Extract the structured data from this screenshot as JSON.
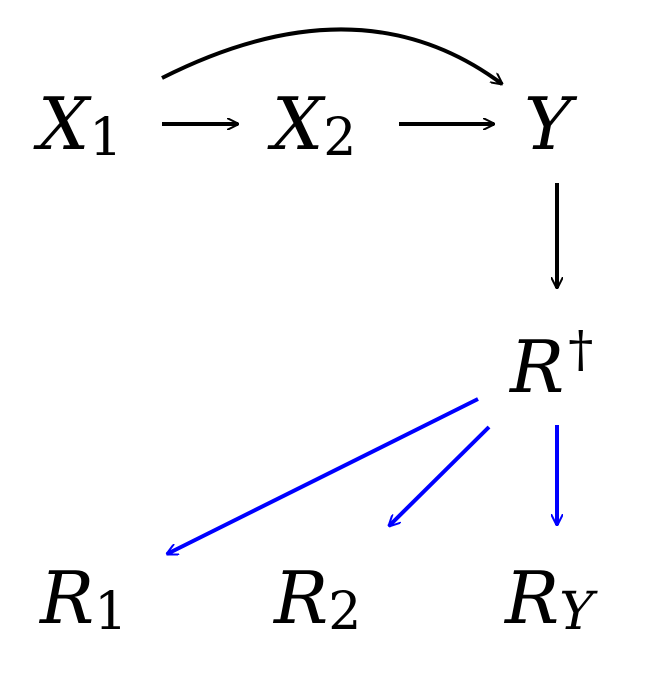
{
  "nodes": {
    "x1": {
      "base": "X",
      "sub": "1"
    },
    "x2": {
      "base": "X",
      "sub": "2"
    },
    "y": {
      "base": "Y"
    },
    "r_dagger": {
      "base": "R",
      "sup": "†"
    },
    "r1": {
      "base": "R",
      "sub": "1"
    },
    "r2": {
      "base": "R",
      "sub": "2"
    },
    "ry": {
      "base": "R",
      "sub": "Y"
    }
  },
  "edges": [
    {
      "from": "X1",
      "to": "X2",
      "color": "#000000"
    },
    {
      "from": "X2",
      "to": "Y",
      "color": "#000000"
    },
    {
      "from": "X1",
      "to": "Y",
      "color": "#000000",
      "curved": true
    },
    {
      "from": "Y",
      "to": "R†",
      "color": "#000000"
    },
    {
      "from": "R†",
      "to": "R1",
      "color": "#0000ff"
    },
    {
      "from": "R†",
      "to": "R2",
      "color": "#0000ff"
    },
    {
      "from": "R†",
      "to": "RY",
      "color": "#0000ff"
    }
  ],
  "colors": {
    "black_edge": "#000000",
    "blue_edge": "#0000ff"
  }
}
